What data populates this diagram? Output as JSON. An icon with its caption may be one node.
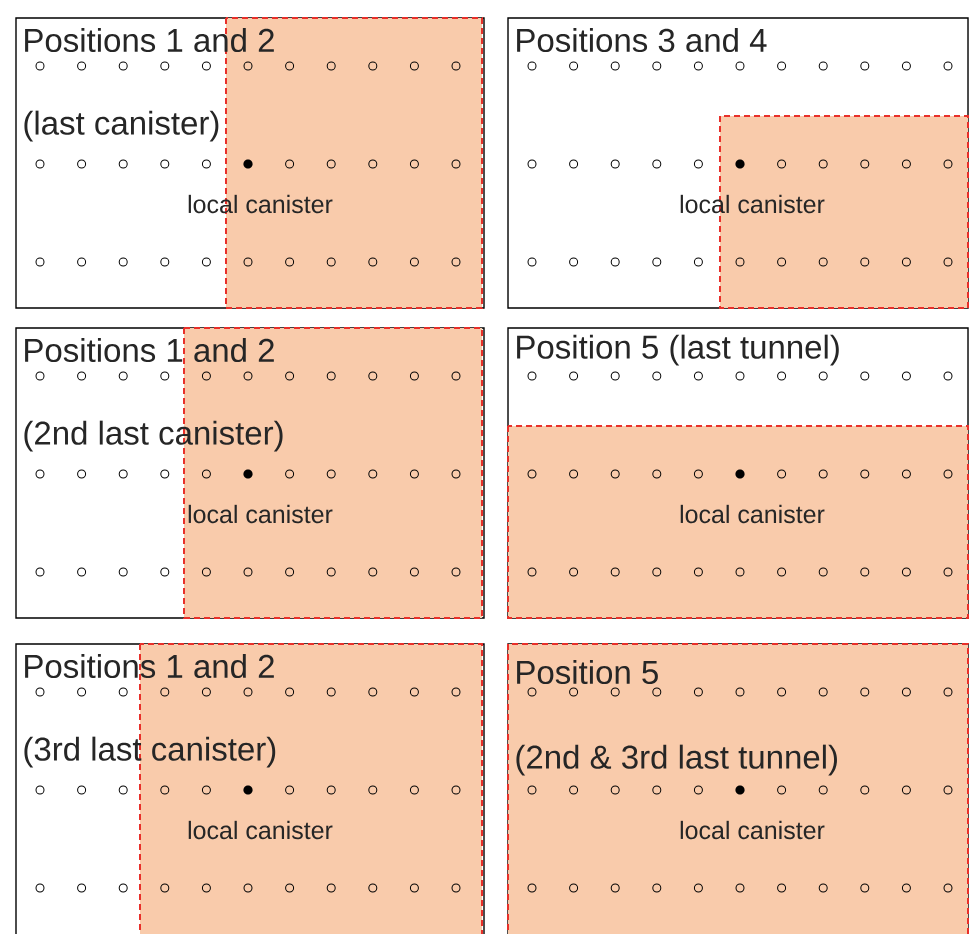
{
  "diagram": {
    "nodes": [
      {
        "text": [
          "Positions 1 and 2",
          "(last canister)",
          "local canister"
        ]
      },
      {
        "text": [
          "Positions 3 and 4",
          "local canister"
        ]
      },
      {
        "text": [
          "Positions 1 and 2",
          "(2nd last canister)",
          "local canister"
        ]
      },
      {
        "text": [
          "Position 5 (last tunnel)",
          "local canister"
        ]
      },
      {
        "text": [
          "Positions 1 and 2",
          "(3rd last canister)",
          "local canister"
        ]
      },
      {
        "text": [
          "Position 5",
          "(2nd & 3rd last tunnel)",
          "local canister"
        ]
      }
    ]
  }
}
